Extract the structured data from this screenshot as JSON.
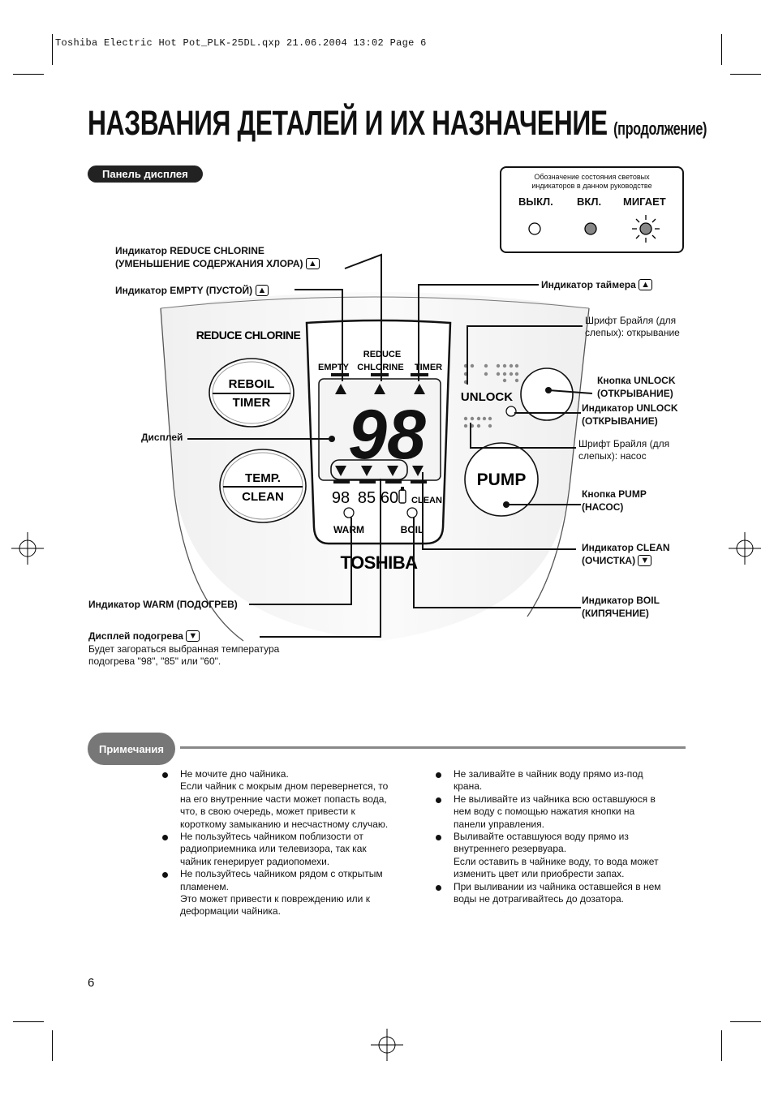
{
  "file_header": "Toshiba Electric Hot Pot_PLK-25DL.qxp  21.06.2004  13:02  Page 6",
  "title": "НАЗВАНИЯ ДЕТАЛЕЙ И ИХ НАЗНАЧЕНИЕ",
  "subtitle": "(продолжение)",
  "section_label": "Панель дисплея",
  "legend": {
    "caption_line1": "Обозначение состояния световых",
    "caption_line2": "индикаторов в данном руководстве",
    "states": [
      "ВЫКЛ.",
      "ВКЛ.",
      "МИГАЕТ"
    ]
  },
  "callouts": {
    "reduce_chlorine_line1": "Индикатор REDUCE CHLORINE",
    "reduce_chlorine_line2": "(УМЕНЬШЕНИЕ СОДЕРЖАНИЯ ХЛОРА)",
    "empty": "Индикатор EMPTY (ПУСТОЙ)",
    "timer": "Индикатор таймера",
    "braille_unlock_line1": "Шрифт Брайля (для",
    "braille_unlock_line2": "слепых): открывание",
    "unlock_button_line1": "Кнопка UNLOCK",
    "unlock_button_line2": "(ОТКРЫВАНИЕ)",
    "unlock_indicator_line1": "Индикатор UNLOCK",
    "unlock_indicator_line2": "(ОТКРЫВАНИЕ)",
    "display": "Дисплей",
    "braille_pump_line1": "Шрифт Брайля (для",
    "braille_pump_line2": "слепых): насос",
    "pump_button_line1": "Кнопка PUMP",
    "pump_button_line2": "(НАСОС)",
    "clean_line1": "Индикатор CLEAN",
    "clean_line2": "(ОЧИСТКА)",
    "warm": "Индикатор WARM (ПОДОГРЕВ)",
    "boil_line1": "Индикатор BOIL",
    "boil_line2": "(КИПЯЧЕНИЕ)",
    "warm_display_title": "Дисплей подогрева",
    "warm_display_desc_line1": "Будет загораться выбранная температура",
    "warm_display_desc_line2": "подогрева \"98\", \"85\" или \"60\"."
  },
  "panel": {
    "reduce_chlorine": "REDUCE CHLORINE",
    "reboil": "REBOIL",
    "timer": "TIMER",
    "temp": "TEMP.",
    "clean": "CLEAN",
    "empty": "EMPTY",
    "reduce": "REDUCE",
    "chlorine": "CHLORINE",
    "timer_small": "TIMER",
    "digits": "98",
    "t98": "98",
    "t85": "85",
    "t60": "60",
    "clean_small": "CLEAN",
    "warm": "WARM",
    "boil": "BOIL",
    "unlock": "UNLOCK",
    "pump": "PUMP",
    "brand": "TOSHIBA"
  },
  "notes_label": "Примечания",
  "notes_left": [
    "Не мочите дно чайника.\nЕсли чайник с мокрым дном перевернется, то\nна его внутренние части может попасть вода,\nчто, в свою очередь, может привести к\nкороткому замыканию и несчастному случаю.",
    "Не пользуйтесь чайником поблизости от\nрадиоприемника или телевизора, так как\nчайник генерирует радиопомехи.",
    "Не пользуйтесь чайником рядом с открытым\nпламенем.\nЭто может привести к повреждению или к\nдеформации чайника."
  ],
  "notes_right": [
    "Не заливайте в чайник воду прямо из-под\nкрана.",
    "Не выливайте из чайника всю оставшуюся в\nнем воду с помощью нажатия кнопки на\nпанели управления.",
    "Выливайте оставшуюся воду прямо из\nвнутреннего резервуара.\nЕсли оставить в чайнике воду, то вода может\nизменить цвет или приобрести запах.",
    "При выливании из чайника оставшейся в нем\nводы не дотрагивайтесь до дозатора."
  ],
  "page_number": "6"
}
